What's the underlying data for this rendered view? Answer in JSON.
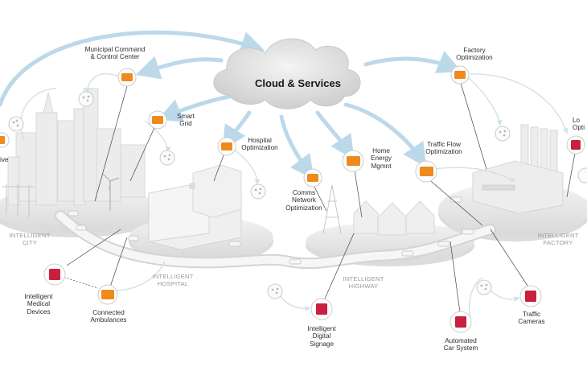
{
  "cloud": {
    "title": "Cloud & Services"
  },
  "labels": {
    "municipal": "Municipal Command\n& Control Center",
    "factory_opt": "Factory\nOptimization",
    "smart_grid": "Smart\nGrid",
    "hospital_opt": "Hospital\nOptimization",
    "home_energy": "Home\nEnergy\nMgmnt",
    "traffic_flow": "Traffic Flow\nOptimization",
    "comms": "Comms\nNetwork\nOptimization",
    "intelligent_medical": "Intelligent\nMedical\nDevices",
    "connected_ambulances": "Connected\nAmbulances",
    "digital_signage": "Intelligent\nDigital\nSignage",
    "automated_car": "Automated\nCar System",
    "traffic_cameras": "Traffic\nCameras",
    "left_cut": "ive",
    "right_cut": "Lo\nOpti"
  },
  "zones": {
    "city": "INTELLIGENT\nCITY",
    "hospital": "INTELLIGENT\nHOSPITAL",
    "highway": "INTELLIGENT\nHIGHWAY",
    "factory": "INTELLIGENT\nFACTORY"
  },
  "colors": {
    "orange": "#f08a1c",
    "crimson": "#c8203e",
    "arrow": "#bcd9ea",
    "platform": "#e6e6e6",
    "building": "#efefef"
  },
  "icons": {
    "cloud": "cloud-icon",
    "orange_node": "orange-cube-icon",
    "red_node": "red-cube-icon",
    "sensor": "sensor-dots-icon"
  }
}
